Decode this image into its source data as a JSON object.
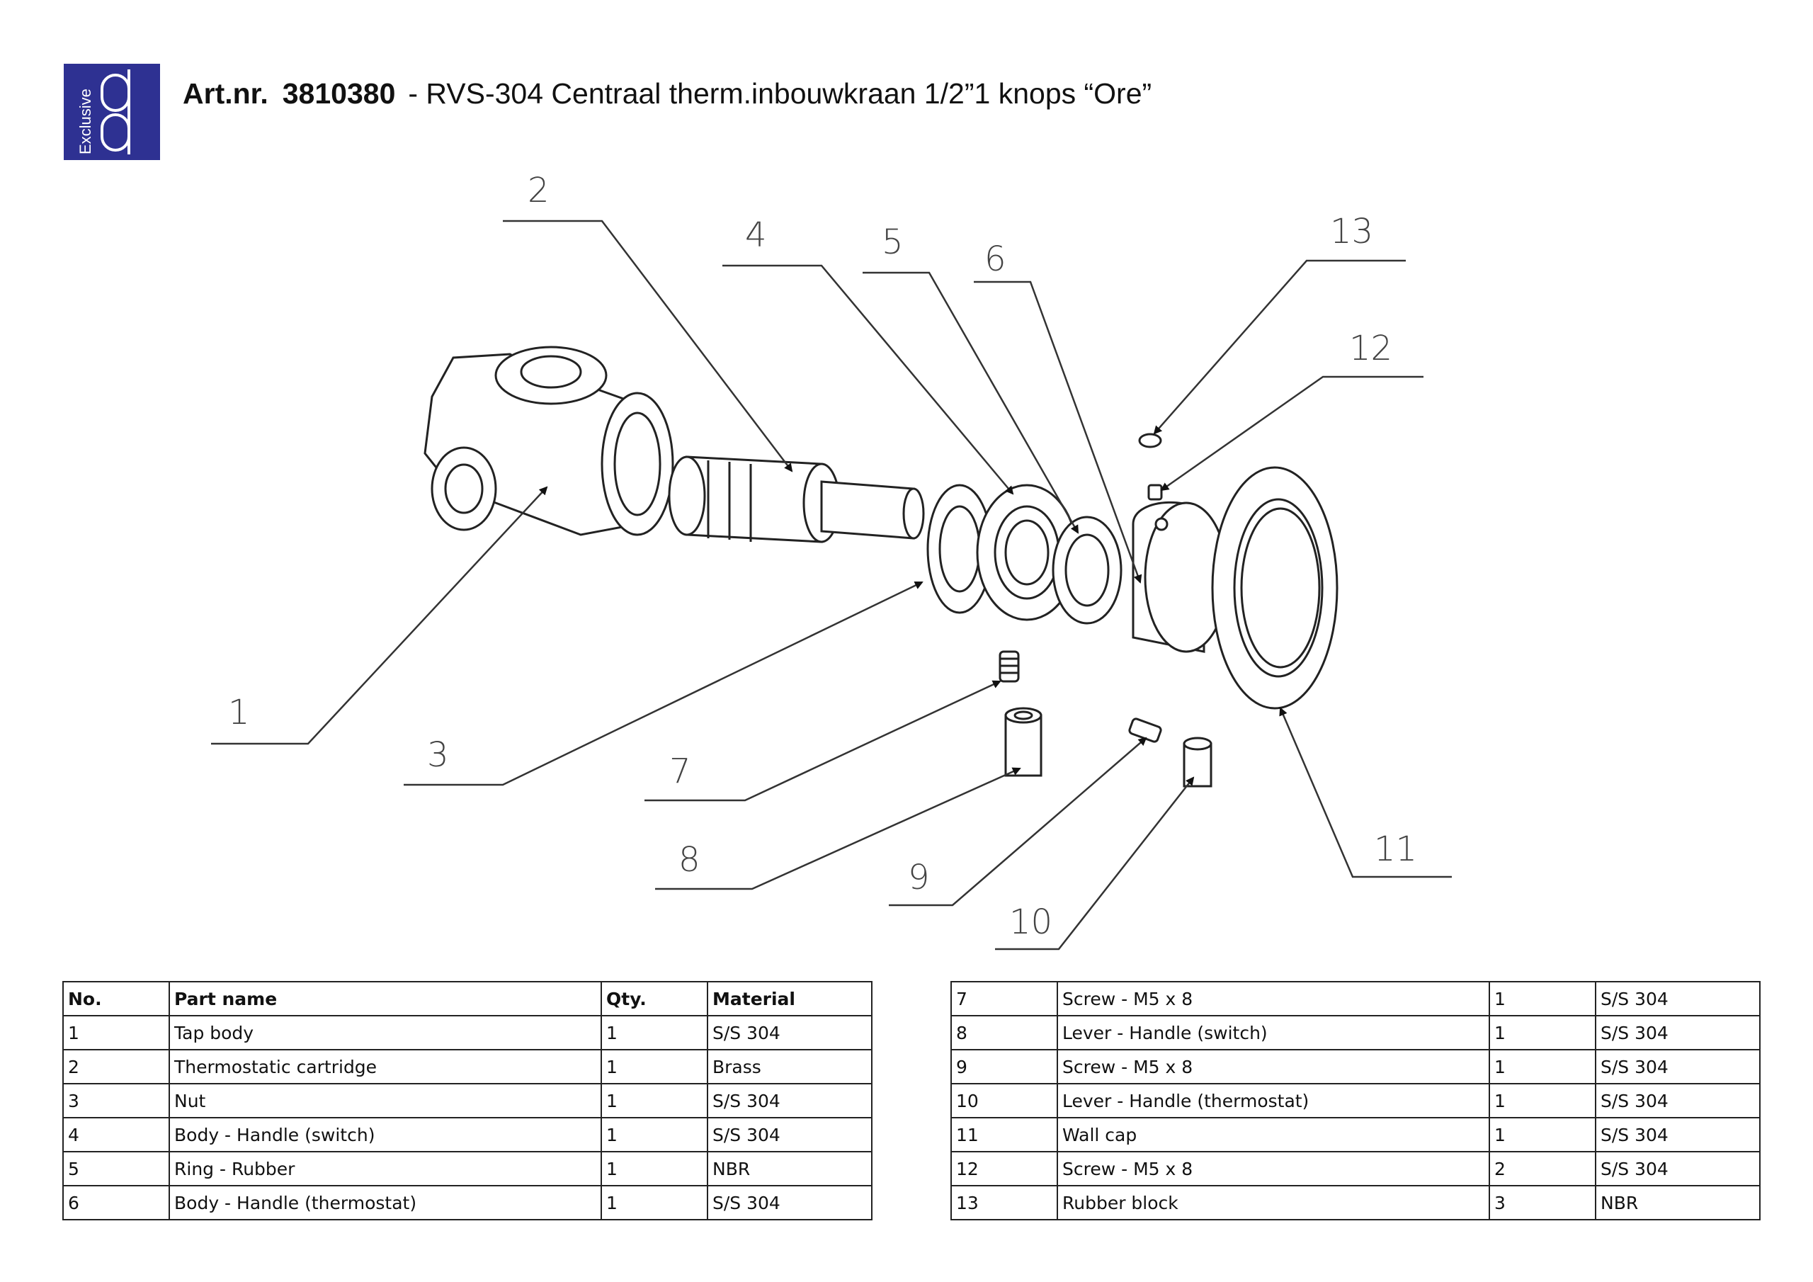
{
  "logo": {
    "brand_text": "Exclusive",
    "mark": "bd"
  },
  "header": {
    "prefix": "Art.nr.",
    "article_number": "3810380",
    "description": "- RVS-304 Centraal therm.inbouwkraan 1/2”1 knops “Ore”"
  },
  "callouts": [
    "1",
    "2",
    "3",
    "4",
    "5",
    "6",
    "7",
    "8",
    "9",
    "10",
    "11",
    "12",
    "13"
  ],
  "table_left": {
    "headers": [
      "No.",
      "Part name",
      "Qty.",
      "Material"
    ],
    "rows": [
      [
        "1",
        "Tap body",
        "1",
        "S/S 304"
      ],
      [
        "2",
        "Thermostatic cartridge",
        "1",
        "Brass"
      ],
      [
        "3",
        "Nut",
        "1",
        "S/S 304"
      ],
      [
        "4",
        "Body - Handle (switch)",
        "1",
        "S/S 304"
      ],
      [
        "5",
        "Ring - Rubber",
        "1",
        "NBR"
      ],
      [
        "6",
        "Body - Handle (thermostat)",
        "1",
        "S/S 304"
      ]
    ]
  },
  "table_right": {
    "rows": [
      [
        "7",
        "Screw - M5 x 8",
        "1",
        "S/S 304"
      ],
      [
        "8",
        "Lever - Handle (switch)",
        "1",
        "S/S 304"
      ],
      [
        "9",
        "Screw - M5 x 8",
        "1",
        "S/S 304"
      ],
      [
        "10",
        "Lever - Handle (thermostat)",
        "1",
        "S/S 304"
      ],
      [
        "11",
        "Wall cap",
        "1",
        "S/S 304"
      ],
      [
        "12",
        "Screw - M5 x 8",
        "2",
        "S/S 304"
      ],
      [
        "13",
        "Rubber block",
        "3",
        "NBR"
      ]
    ]
  }
}
